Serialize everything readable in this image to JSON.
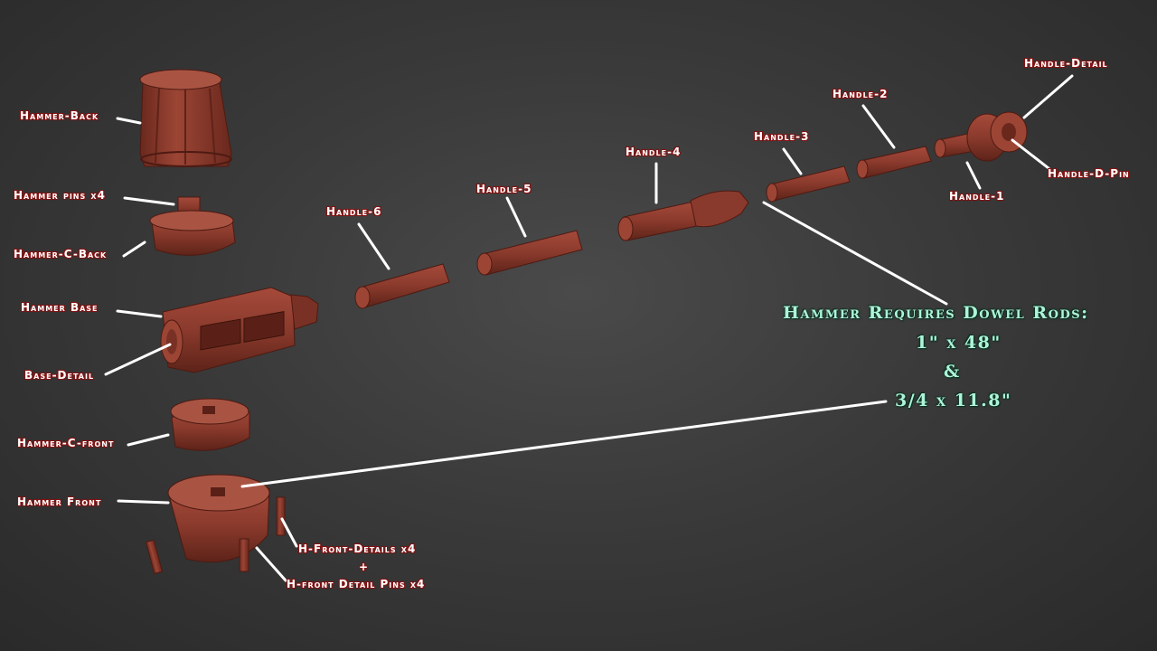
{
  "colors": {
    "part": "#8a3a2c",
    "part_dark": "#5a2018",
    "part_light": "#b0584a",
    "leader": "#ffffff",
    "note_text": "#aef5d8",
    "label_text": "#ffffff"
  },
  "labels": {
    "hammer_back": "Hammer-Back",
    "hammer_pins": "Hammer pins x4",
    "hammer_c_back": "Hammer-C-Back",
    "hammer_base": "Hammer Base",
    "base_detail": "Base-Detail",
    "hammer_c_front": "Hammer-C-front",
    "hammer_front": "Hammer Front",
    "h_front_details": "H-Front-Details x4",
    "plus": "+",
    "h_front_detail_pins": "H-front Detail Pins x4",
    "handle_6": "Handle-6",
    "handle_5": "Handle-5",
    "handle_4": "Handle-4",
    "handle_3": "Handle-3",
    "handle_2": "Handle-2",
    "handle_1": "Handle-1",
    "handle_detail": "Handle-Detail",
    "handle_d_pin": "Handle-D-Pin"
  },
  "note": {
    "line1": "Hammer Requires Dowel Rods:",
    "line2": "1\" x 48\"",
    "line3": "&",
    "line4": "3/4 x 11.8\""
  }
}
